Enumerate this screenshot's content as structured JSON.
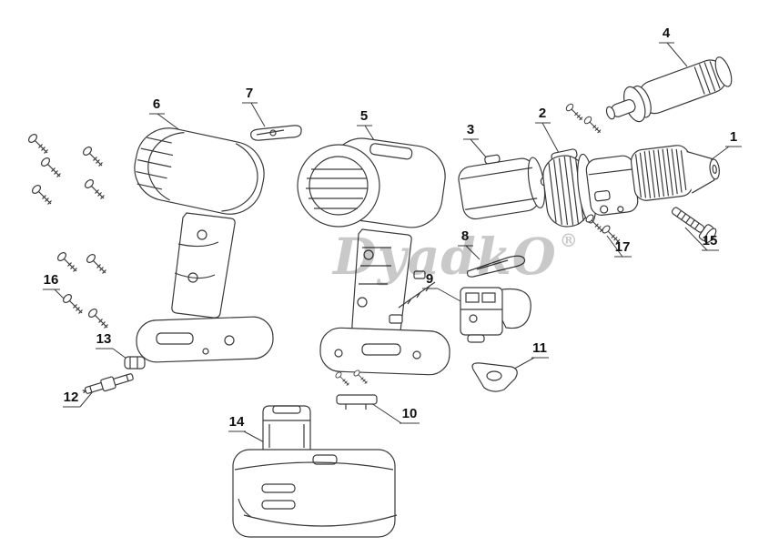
{
  "colors": {
    "background": "#ffffff",
    "line": "#3a3a3a",
    "watermark": "#c9c9c9",
    "label_text": "#111111"
  },
  "watermark": {
    "text": "DyadkO",
    "registered_mark": "®"
  },
  "parts": {
    "labels": [
      "1",
      "2",
      "3",
      "4",
      "5",
      "6",
      "7",
      "8",
      "9",
      "10",
      "11",
      "12",
      "13",
      "14",
      "15",
      "16",
      "17"
    ]
  }
}
